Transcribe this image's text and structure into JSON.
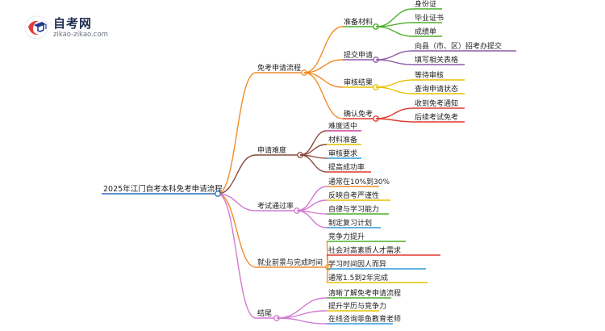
{
  "brand": {
    "name": "自考网",
    "domain": "zikao-zikao.com"
  },
  "mindmap": {
    "root": "2025年江门自考本科免考申请流程",
    "branches": [
      {
        "label": "免考申请流程",
        "color": "#f28c28",
        "children": [
          {
            "label": "准备材料",
            "color": "#4caf28",
            "children": [
              "身份证",
              "毕业证书",
              "成绩单"
            ]
          },
          {
            "label": "提交申请",
            "color": "#8e5aa8",
            "children": [
              "向县（市、区）招考办提交",
              "填写相关表格"
            ]
          },
          {
            "label": "审核结果",
            "color": "#e7c100",
            "children": [
              "等待审核",
              "查询申请状态"
            ]
          },
          {
            "label": "确认免考",
            "color": "#e03a2f",
            "children": [
              "收到免考通知",
              "后续考试免考"
            ]
          }
        ]
      },
      {
        "label": "申请难度",
        "color": "#8a4b3c",
        "leafColors": [
          "#cc3f9b",
          "#e7c100",
          "#2f9bdb",
          "#e03a2f"
        ],
        "leaves": [
          "难度适中",
          "材料准备",
          "审核要求",
          "提高成功率"
        ]
      },
      {
        "label": "考试通过率",
        "color": "#d27ad0",
        "leafColors": [
          "#f28c28",
          "#e7c100",
          "#4caf28",
          "#2f9bdb"
        ],
        "leaves": [
          "通常在10%到30%",
          "反映自考严谨性",
          "自律与学习能力",
          "制定复习计划"
        ]
      },
      {
        "label": "就业前景与完成时间",
        "color": "#f28c28",
        "leafColors": [
          "#4caf28",
          "#e03a2f",
          "#2f9bdb",
          "#e7c100"
        ],
        "leaves": [
          "竞争力提升",
          "社会对高素质人才需求",
          "学习时间因人而异",
          "通常1.5到2年完成"
        ]
      },
      {
        "label": "结尾",
        "color": "#d27ad0",
        "leafColors": [
          "#4caf28",
          "#e7c100",
          "#2f9bdb"
        ],
        "leaves": [
          "清晰了解免考申请流程",
          "提升学历与竞争力",
          "在线咨询菲鱼教育老师"
        ]
      }
    ]
  }
}
